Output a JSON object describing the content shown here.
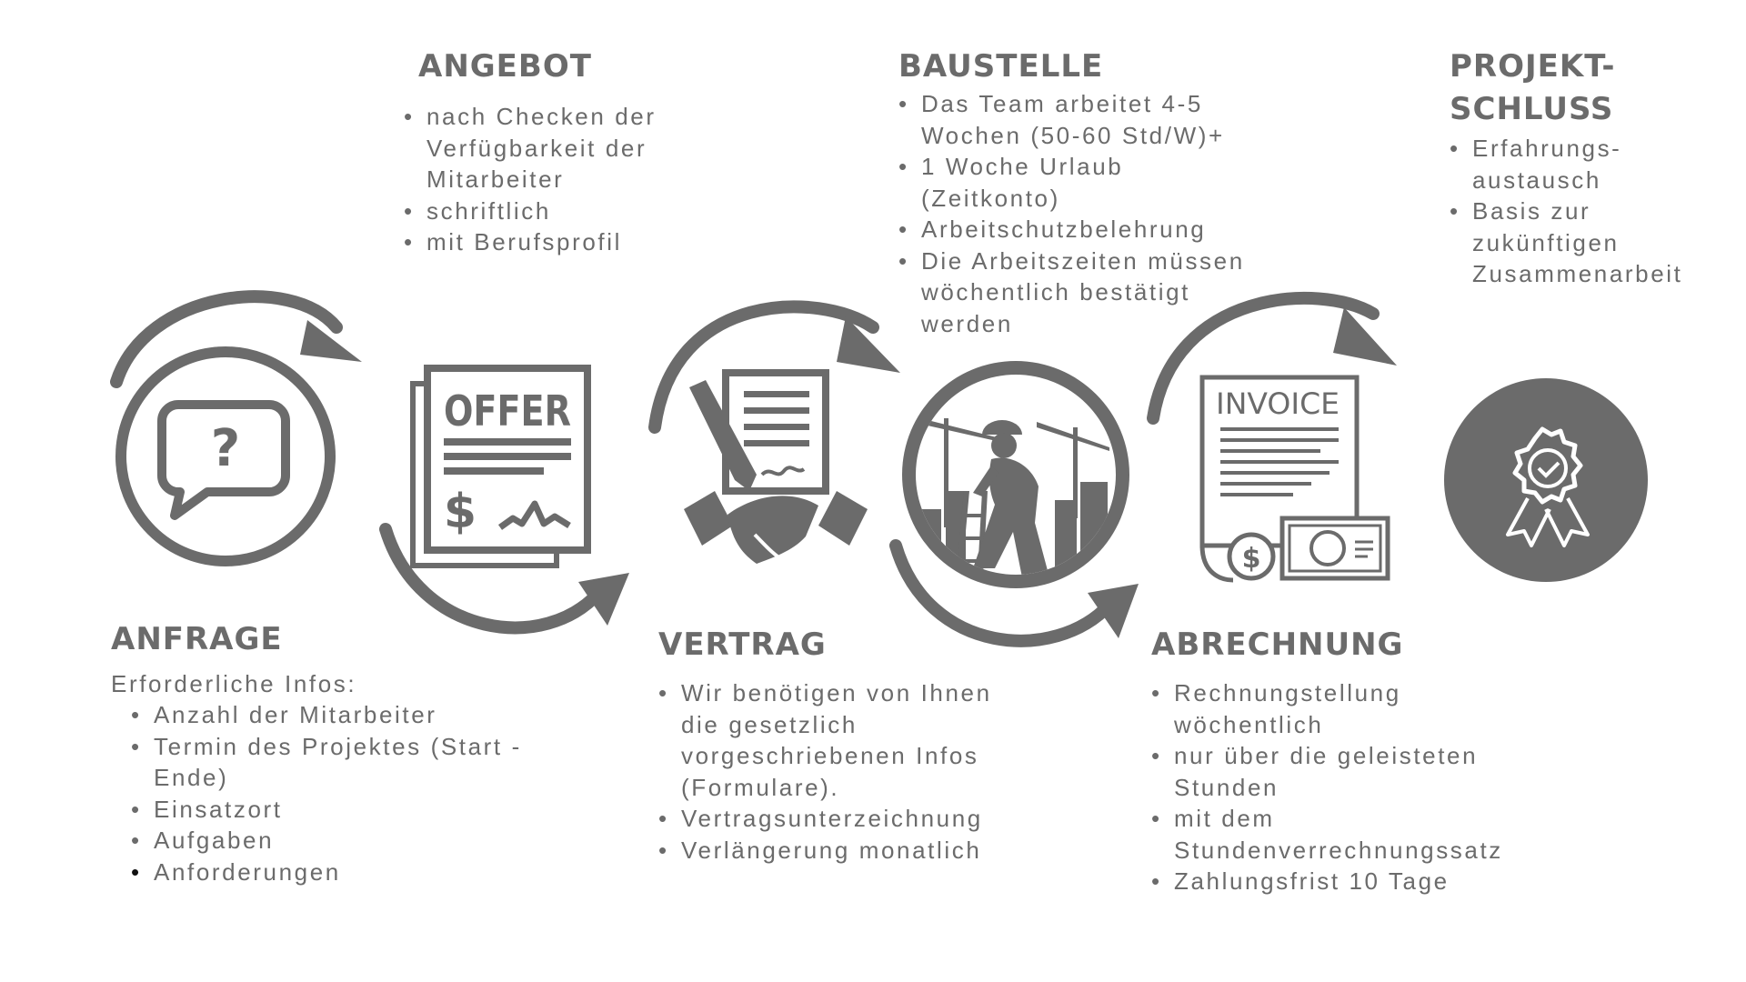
{
  "colors": {
    "primary": "#6b6b6b",
    "background": "#ffffff"
  },
  "stages": [
    {
      "key": "anfrage",
      "title": "ANFRAGE",
      "icon": "speech-bubble-question-icon",
      "intro": "Erforderliche Infos:",
      "items": [
        "Anzahl der Mitarbeiter",
        "Termin des Projektes (Start - Ende)",
        "Einsatzort",
        "Aufgaben",
        "Anforderungen"
      ]
    },
    {
      "key": "angebot",
      "title": "ANGEBOT",
      "icon": "offer-document-icon",
      "icon_text": "OFFER",
      "items": [
        "nach Checken der Verfügbarkeit der Mitarbeiter",
        "schriftlich",
        "mit Berufsprofil"
      ]
    },
    {
      "key": "vertrag",
      "title": "VERTRAG",
      "icon": "contract-handshake-icon",
      "items": [
        "Wir benötigen von Ihnen die gesetzlich vorgeschriebenen Infos (Formulare).",
        "Vertragsunterzeichnung",
        "Verlängerung monatlich"
      ]
    },
    {
      "key": "baustelle",
      "title": "BAUSTELLE",
      "icon": "construction-worker-icon",
      "items": [
        "Das Team arbeitet 4-5 Wochen (50-60 Std/W)+",
        "1 Woche Urlaub (Zeitkonto)",
        "Arbeitschutzbelehrung",
        "Die Arbeitszeiten müssen wöchentlich bestätigt werden"
      ]
    },
    {
      "key": "abrechnung",
      "title": "ABRECHNUNG",
      "icon": "invoice-money-icon",
      "icon_text": "INVOICE",
      "items": [
        "Rechnungstellung wöchentlich",
        "nur über die geleisteten Stunden",
        "mit dem Stundenverrechnungssatz",
        "Zahlungsfrist 10 Tage"
      ]
    },
    {
      "key": "projektschluss",
      "title": "PROJEKT-\nSCHLUSS",
      "icon": "award-badge-icon",
      "items": [
        "Erfahrungs-austausch",
        "Basis zur zukünftigen Zusammenarbeit"
      ]
    }
  ]
}
